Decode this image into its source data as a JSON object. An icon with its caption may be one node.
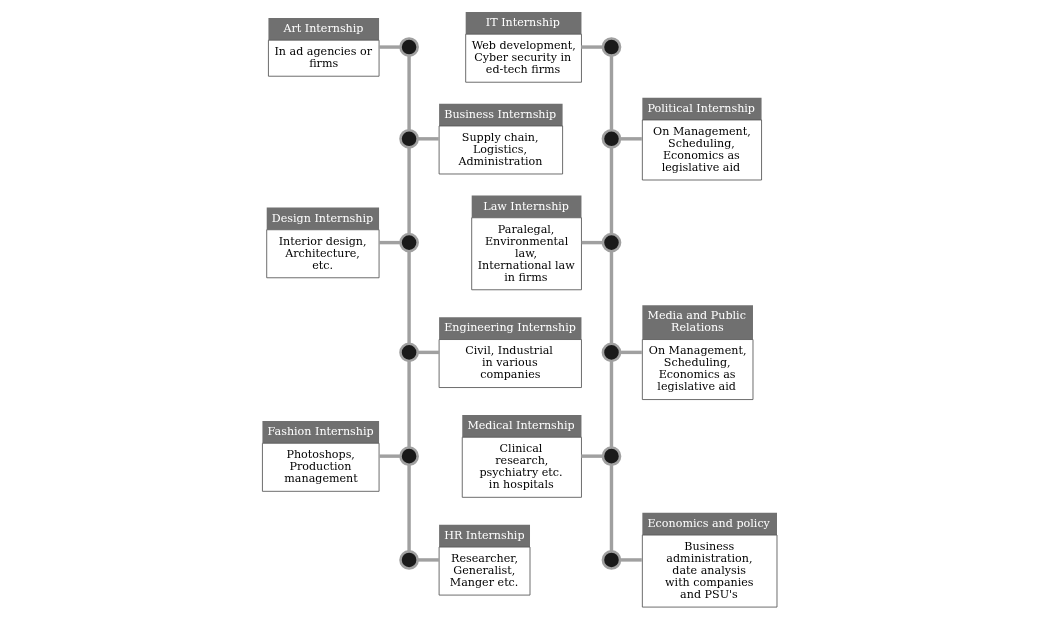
{
  "diagram": {
    "nodes": [
      {
        "text": [
          "Art Internship",
          "In ad agencies or firms"
        ]
      },
      {
        "text": [
          "Business Internship",
          "Supply chain, Logistics, Administration"
        ]
      },
      {
        "text": [
          "Design Internship",
          "Interior design, Architecture, etc."
        ]
      },
      {
        "text": [
          "Engineering Internship",
          "Civil, Industrial in various companies"
        ]
      },
      {
        "text": [
          "Fashion Internship",
          "Photoshops, Production management"
        ]
      },
      {
        "text": [
          "HR Internship",
          "Researcher, Generalist, Manger etc."
        ]
      },
      {
        "text": [
          "IT Internship",
          "Web development, Cyber security in ed-tech firms"
        ]
      },
      {
        "text": [
          "Political Internship",
          "On Management, Scheduling, Economics as legislative aid"
        ]
      },
      {
        "text": [
          "Law Internship",
          "Paralegal, Environmental law, International law in firms"
        ]
      },
      {
        "text": [
          "Media and Public Relations",
          "On Management, Scheduling, Economics as legislative aid"
        ]
      },
      {
        "text": [
          "Medical Internship",
          "Clinical research, psychiatry etc. in hospitals"
        ]
      },
      {
        "text": [
          "Economics and policy",
          "Business administration, date analysis with companies and PSU's"
        ]
      },
      {
        "text": [],
        "shape": "circle"
      },
      {
        "text": [],
        "shape": "circle"
      },
      {
        "text": [],
        "shape": "circle"
      },
      {
        "text": [],
        "shape": "circle"
      },
      {
        "text": [],
        "shape": "circle"
      },
      {
        "text": [],
        "shape": "circle"
      },
      {
        "text": [],
        "shape": "circle"
      },
      {
        "text": [],
        "shape": "circle"
      },
      {
        "text": [],
        "shape": "circle"
      },
      {
        "text": [],
        "shape": "circle"
      },
      {
        "text": [],
        "shape": "circle"
      },
      {
        "text": [],
        "shape": "circle"
      }
    ],
    "edges": [
      {
        "from": 0,
        "to": 12,
        "arrow": "none"
      },
      {
        "from": 13,
        "to": 1,
        "arrow": "none"
      },
      {
        "from": 2,
        "to": 14,
        "arrow": "none"
      },
      {
        "from": 15,
        "to": 3,
        "arrow": "none"
      },
      {
        "from": 4,
        "to": 16,
        "arrow": "none"
      },
      {
        "from": 17,
        "to": 5,
        "arrow": "none"
      },
      {
        "from": 6,
        "to": 18,
        "arrow": "none"
      },
      {
        "from": 19,
        "to": 7,
        "arrow": "none"
      },
      {
        "from": 8,
        "to": 20,
        "arrow": "none"
      },
      {
        "from": 21,
        "to": 9,
        "arrow": "none"
      },
      {
        "from": 10,
        "to": 22,
        "arrow": "none"
      },
      {
        "from": 23,
        "to": 11,
        "arrow": "none"
      },
      {
        "from": 12,
        "to": 13,
        "arrow": "none"
      },
      {
        "from": 13,
        "to": 14,
        "arrow": "none"
      },
      {
        "from": 14,
        "to": 15,
        "arrow": "none"
      },
      {
        "from": 15,
        "to": 16,
        "arrow": "none"
      },
      {
        "from": 16,
        "to": 17,
        "arrow": "none"
      },
      {
        "from": 18,
        "to": 19,
        "arrow": "none"
      },
      {
        "from": 19,
        "to": 20,
        "arrow": "none"
      },
      {
        "from": 20,
        "to": 21,
        "arrow": "none"
      },
      {
        "from": 21,
        "to": 22,
        "arrow": "none"
      },
      {
        "from": 22,
        "to": 23,
        "arrow": "none"
      }
    ]
  }
}
